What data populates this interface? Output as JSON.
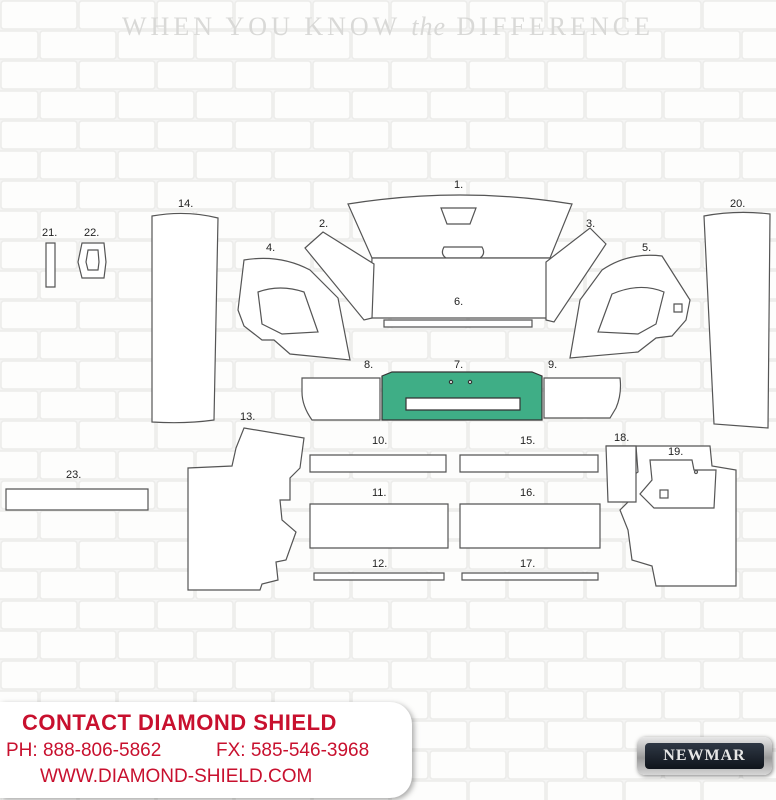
{
  "header": {
    "tagline_before": "WHEN YOU KNOW",
    "tagline_italic": "the",
    "tagline_after": "DIFFERENCE"
  },
  "diagram": {
    "highlight_color": "#3fae86",
    "highlighted_part": "7.",
    "labels": {
      "p1": "1.",
      "p2": "2.",
      "p3": "3.",
      "p4": "4.",
      "p5": "5.",
      "p6": "6.",
      "p7": "7.",
      "p8": "8.",
      "p9": "9.",
      "p10": "10.",
      "p11": "11.",
      "p12": "12.",
      "p13": "13.",
      "p14": "14.",
      "p15": "15.",
      "p16": "16.",
      "p17": "17.",
      "p18": "18.",
      "p19": "19.",
      "p20": "20.",
      "p21": "21.",
      "p22": "22.",
      "p23": "23."
    }
  },
  "contact": {
    "title": "CONTACT DIAMOND SHIELD",
    "phone": "PH: 888-806-5862",
    "fax": "FX: 585-546-3968",
    "website": "WWW.DIAMOND-SHIELD.COM",
    "accent_color": "#c8102e"
  },
  "brand": {
    "logo_text": "NEWMAR"
  }
}
